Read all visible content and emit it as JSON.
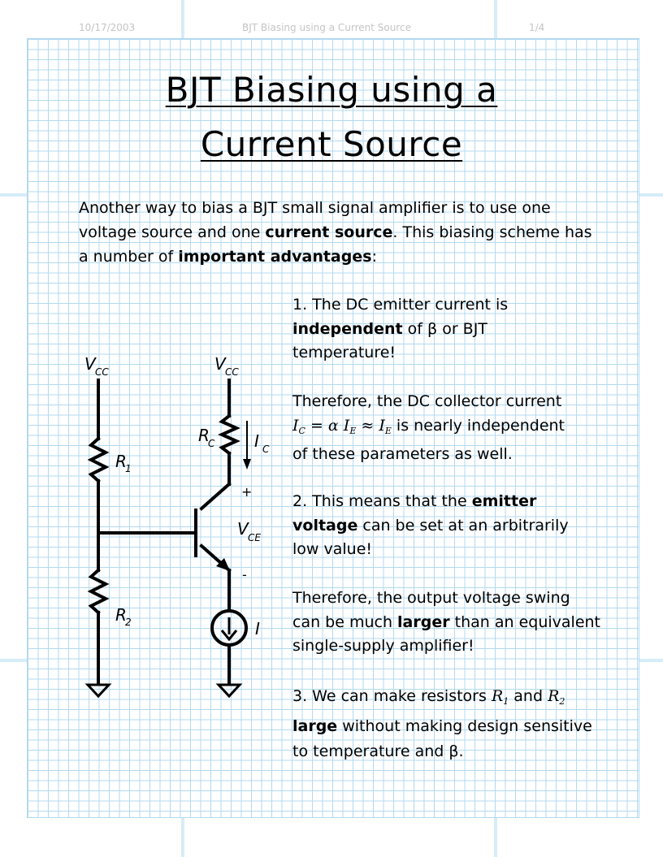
{
  "header": {
    "date": "10/17/2003",
    "doc_title": "BJT Biasing using a Current Source",
    "page": "1/4"
  },
  "title": {
    "line1": "BJT Biasing using a",
    "line2": "Current Source"
  },
  "intro": {
    "t1": "Another way to bias a BJT small signal amplifier is to use one",
    "t2": "voltage source and one ",
    "b1": "current source",
    "t3": ". This biasing scheme has",
    "t4": "a number of ",
    "b2": "important advantages",
    "t5": ":"
  },
  "points": {
    "p1_a": "1.  The DC emitter current is",
    "p1_b_bold": "independent",
    "p1_b_rest": " of β or BJT",
    "p1_c": "temperature!",
    "p1_d": "Therefore, the DC collector current",
    "p1_e_math": "I",
    "p1_e_sub1": "C",
    "p1_e_eq": " = α I",
    "p1_e_sub2": "E",
    "p1_e_approx": " ≈ I",
    "p1_e_sub3": "E",
    "p1_e_rest": " is nearly independent",
    "p1_f": "of these parameters as well.",
    "p2_a_pre": "2.  This means that the ",
    "p2_a_bold": "emitter",
    "p2_b_bold": "voltage",
    "p2_b_rest": "  can be set at an arbitrarily",
    "p2_c": "low value!",
    "p2_d": "Therefore, the output voltage swing",
    "p2_e_pre": "can be much ",
    "p2_e_bold": "larger",
    "p2_e_rest": " than an equivalent",
    "p2_f": "single-supply amplifier!",
    "p3_a_pre": "3.  We can make resistors ",
    "p3_r1": "R",
    "p3_r1_sub": "1",
    "p3_and": " and ",
    "p3_r2": "R",
    "p3_r2_sub": "2",
    "p3_b_bold": "large",
    "p3_b_rest": " without making design sensitive",
    "p3_c": "to temperature and β."
  },
  "circuit": {
    "vcc_left": "V",
    "vcc_left_sub": "CC",
    "vcc_right": "V",
    "vcc_right_sub": "CC",
    "r1": "R",
    "r1_sub": "1",
    "r2": "R",
    "r2_sub": "2",
    "rc": "R",
    "rc_sub": "C",
    "ic": "I",
    "ic_sub": "C",
    "vce": "V",
    "vce_sub": "CE",
    "plus": "+",
    "minus": "-",
    "current_source": "I"
  },
  "colors": {
    "grid": "#b3d9f0",
    "header_text": "#c4c4c4",
    "ink": "#000000"
  }
}
